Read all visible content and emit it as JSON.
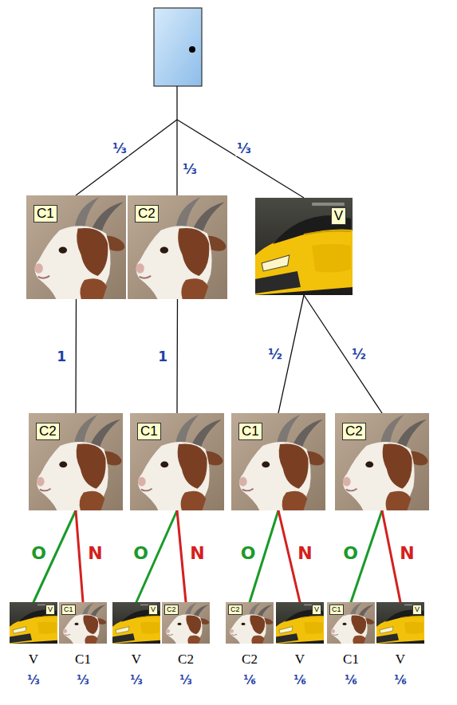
{
  "diagram": {
    "nodes": [
      {
        "text": [
          "C1"
        ]
      },
      {
        "text": [
          "C2"
        ]
      },
      {
        "text": [
          "V"
        ]
      },
      {
        "text": [
          "C2"
        ]
      },
      {
        "text": [
          "C1"
        ]
      },
      {
        "text": [
          "C1"
        ]
      },
      {
        "text": [
          "C2"
        ]
      },
      {
        "text": [
          "V",
          "V",
          "⅓"
        ]
      },
      {
        "text": [
          "C1",
          "C1",
          "⅓"
        ]
      },
      {
        "text": [
          "V",
          "V",
          "⅓"
        ]
      },
      {
        "text": [
          "C2",
          "C2",
          "⅓"
        ]
      },
      {
        "text": [
          "C2",
          "C2",
          "⅙"
        ]
      },
      {
        "text": [
          "V",
          "V",
          "⅙"
        ]
      },
      {
        "text": [
          "C1",
          "C1",
          "⅙"
        ]
      },
      {
        "text": [
          "V",
          "V",
          "⅙"
        ]
      }
    ],
    "edges": [
      {
        "from": 0,
        "to": 3,
        "label": "1",
        "arrow": "none"
      },
      {
        "from": 1,
        "to": 4,
        "label": "1",
        "arrow": "none"
      },
      {
        "from": 2,
        "to": 5,
        "label": "½",
        "arrow": "none"
      },
      {
        "from": 2,
        "to": 6,
        "label": "½",
        "arrow": "none"
      },
      {
        "from": 3,
        "to": 7,
        "label": "O",
        "arrow": "none"
      },
      {
        "from": 3,
        "to": 8,
        "label": "N",
        "arrow": "none"
      },
      {
        "from": 4,
        "to": 9,
        "label": "O",
        "arrow": "none"
      },
      {
        "from": 4,
        "to": 10,
        "label": "N",
        "arrow": "none"
      },
      {
        "from": 5,
        "to": 11,
        "label": "O",
        "arrow": "none"
      },
      {
        "from": 5,
        "to": 12,
        "label": "N",
        "arrow": "none"
      },
      {
        "from": 6,
        "to": 13,
        "label": "O",
        "arrow": "none"
      },
      {
        "from": 6,
        "to": 14,
        "label": "N",
        "arrow": "none"
      }
    ],
    "labels": [
      "⅓",
      "⅓",
      "⅓"
    ]
  }
}
